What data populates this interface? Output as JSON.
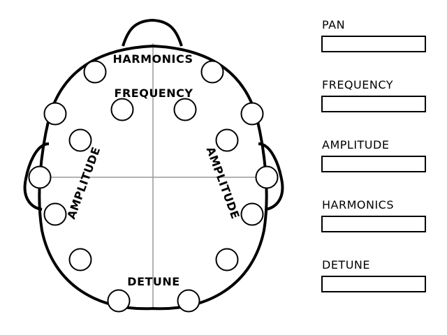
{
  "head_map": {
    "labels": {
      "harmonics": "HARMONICS",
      "frequency": "FREQUENCY",
      "amplitude_left": "AMPLITUDE",
      "amplitude_right": "AMPLITUDE",
      "detune": "DETUNE"
    }
  },
  "panel": {
    "pan_label": "PAN",
    "pan_value": "",
    "frequency_label": "FREQUENCY",
    "frequency_value": "",
    "amplitude_label": "AMPLITUDE",
    "amplitude_value": "",
    "harmonics_label": "HARMONICS",
    "harmonics_value": "",
    "detune_label": "DETUNE",
    "detune_value": ""
  },
  "colors": {
    "outline": "#000000",
    "crosshair": "#999999",
    "background": "#ffffff"
  }
}
